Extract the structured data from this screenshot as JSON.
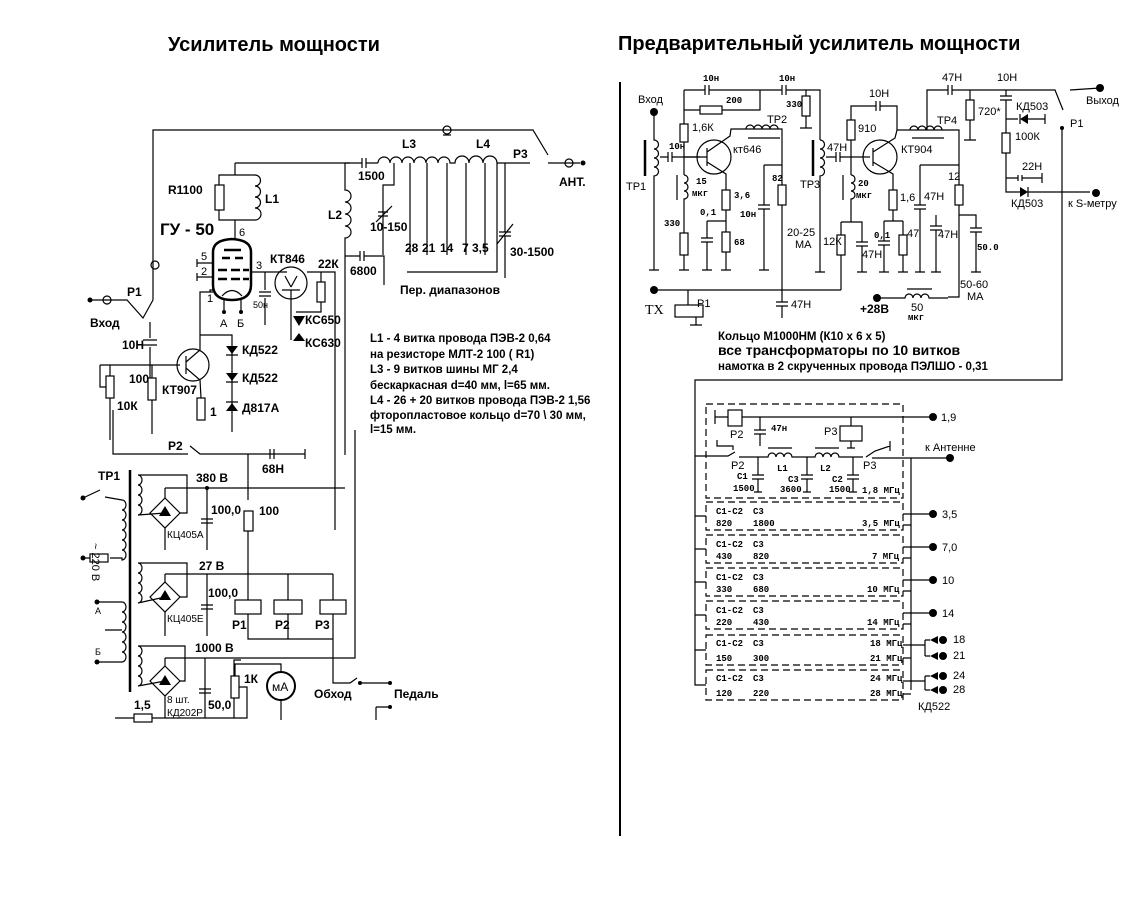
{
  "titles": {
    "left": "Усилитель мощности",
    "right": "Предварительный  усилитель  мощности"
  },
  "left": {
    "tube": "ГУ - 50",
    "r1100": "R1100",
    "l1": "L1",
    "l2": "L2",
    "l3": "L3",
    "l4": "L4",
    "p3": "P3",
    "ant": "АНТ.",
    "c1500": "1500",
    "c6800": "6800",
    "c10_150": "10-150",
    "c30_1500": "30-1500",
    "taps": [
      "28",
      "21",
      "14",
      "7",
      "3,5"
    ],
    "band_switch": "Пер. диапазонов",
    "tube_pins": [
      "6",
      "5",
      "2",
      "3",
      "1",
      "А",
      "Б"
    ],
    "c50n": "50н",
    "kt846": "КТ846",
    "r22k": "22К",
    "kc650": "КС650",
    "kc630": "КС630",
    "p1": "P1",
    "input": "Вход",
    "c10n": "10Н",
    "r100": "100",
    "r10k": "10К",
    "kt907": "КТ907",
    "kd522a": "КД522",
    "kd522b": "КД522",
    "d817a": "Д817А",
    "r1": "1",
    "notes": [
      "L1 - 4 витка провода ПЭВ-2 0,64",
      "на резисторе МЛТ-2 100 ( R1)",
      "L3 - 9 витков шины МГ 2,4",
      "бескаркасная  d=40 мм,  l=65 мм.",
      "L4 - 26 + 20 витков провода ПЭВ-2 1,56",
      "фторопластовое кольцо  d=70 \\ 30 мм,",
      " l=15 мм."
    ],
    "p2": "P2",
    "c68n": "68Н",
    "tr1": "TP1",
    "mains": "~ 220 В",
    "v380": "380 В",
    "c100_a": "100,0",
    "r100b": "100",
    "kc405a": "КЦ405А",
    "v27": "27 В",
    "c100_b": "100,0",
    "kc405e": "КЦ405Е",
    "winding_a": "А",
    "winding_b": "Б",
    "relays": [
      "P1",
      "P2",
      "P3"
    ],
    "v1000": "1000 В",
    "diodes_count": "8 шт.",
    "kd202": "КД202Р",
    "c50_0": "50,0",
    "r1k": "1К",
    "meter": "мА",
    "fuse": "1,5",
    "bypass": "Обход",
    "pedal": "Педаль"
  },
  "right": {
    "input": "Вход",
    "output": "Выход",
    "tr1": "TP1",
    "tr2": "TP2",
    "tr3": "TP3",
    "tr4": "TP4",
    "c10n_a": "10н",
    "c10n_b": "10н",
    "r200": "200",
    "r330_top": "330",
    "r1_6k": "1,6К",
    "c10n_in": "10н",
    "kt646": "кт646",
    "l15": "15",
    "l15_unit": "мкг",
    "r330": "330",
    "r3_6": "3,6",
    "c0_1a": "0,1",
    "r68": "68",
    "r82": "82",
    "c10n_c": "10н",
    "i1": "20-25",
    "i1_unit": "МА",
    "c47n_in": "47Н",
    "c10n_d": "10Н",
    "r910": "910",
    "kt904": "КТ904",
    "l20": "20",
    "l20_unit": "мкг",
    "r12k": "12К",
    "c47n_a": "47Н",
    "r1_6": "1,6",
    "c0_1b": "0,1",
    "r47": "47",
    "c47n_b": "47Н",
    "r12": "12",
    "c47n_c": "47Н",
    "c50_0": "50.0",
    "c47n_top": "47Н",
    "r720": "720*",
    "c10n_top": "10Н",
    "kd503a": "КД503",
    "r100k": "100К",
    "c22n": "22Н",
    "kd503b": "КД503",
    "p1_sw": "P1",
    "s_meter": "к S-метру",
    "tx": "TX",
    "p1_relay": "P1",
    "c47n_d": "47Н",
    "v28": "+28В",
    "l50": "50",
    "l50_unit": "мкг",
    "i2": "50-60",
    "i2_unit": "МА",
    "notes": [
      "Кольцо М1000НМ (К10 х 6 х 5)",
      "все трансформаторы по 10 витков",
      "намотка в 2 скрученных провода ПЭЛШО - 0,31"
    ],
    "filter": {
      "p2": "P2",
      "p3": "P3",
      "p2_sw": "P2",
      "p3_sw": "P3",
      "c47n": "47н",
      "l1": "L1",
      "l2": "L2",
      "c1": "C1",
      "c1_val": "1500",
      "c3": "C3",
      "c3_val": "3600",
      "c2": "C2",
      "c2_val": "1500",
      "band": "1,8 МГц",
      "terminal": "1,9",
      "antenna": "к Антенне"
    },
    "bands": [
      {
        "c12_label": "C1-C2",
        "c3_label": "C3",
        "c12": "820",
        "c3": "1800",
        "freqs": [
          "3,5 МГц"
        ],
        "terminals": [
          "3,5"
        ]
      },
      {
        "c12_label": "C1-C2",
        "c3_label": "C3",
        "c12": "430",
        "c3": "820",
        "freqs": [
          "7 МГц"
        ],
        "terminals": [
          "7,0"
        ]
      },
      {
        "c12_label": "C1-C2",
        "c3_label": "C3",
        "c12": "330",
        "c3": "680",
        "freqs": [
          "10 МГц"
        ],
        "terminals": [
          "10"
        ]
      },
      {
        "c12_label": "C1-C2",
        "c3_label": "C3",
        "c12": "220",
        "c3": "430",
        "freqs": [
          "14 МГц"
        ],
        "terminals": [
          "14"
        ]
      },
      {
        "c12_label": "C1-C2",
        "c3_label": "C3",
        "c12": "150",
        "c3": "300",
        "freqs": [
          "18 МГц",
          "21 МГц"
        ],
        "terminals": [
          "18",
          "21"
        ]
      },
      {
        "c12_label": "C1-C2",
        "c3_label": "C3",
        "c12": "120",
        "c3": "220",
        "freqs": [
          "24 МГц",
          "28 МГц"
        ],
        "terminals": [
          "24",
          "28"
        ]
      }
    ],
    "kd522": "КД522"
  }
}
